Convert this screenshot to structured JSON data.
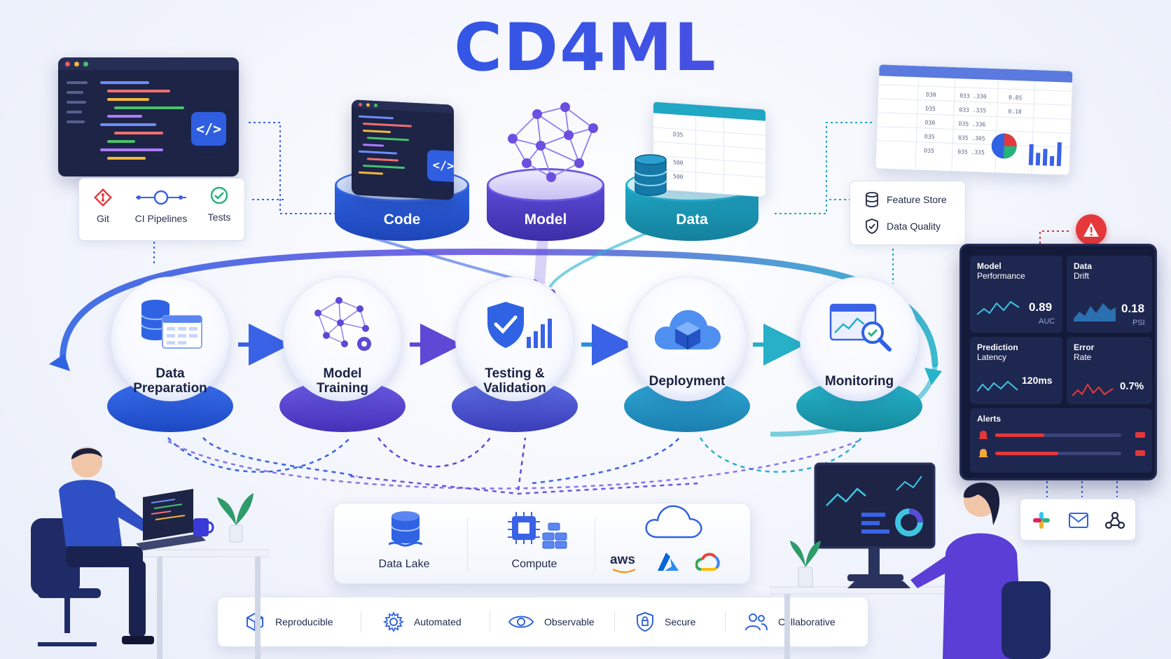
{
  "title": "CD4ML",
  "dev_tools": {
    "items": [
      {
        "label": "Git"
      },
      {
        "label": "CI Pipelines"
      },
      {
        "label": "Tests"
      }
    ]
  },
  "sources": [
    {
      "label": "Code",
      "color": "#2f63e3"
    },
    {
      "label": "Model",
      "color": "#5b4ad6"
    },
    {
      "label": "Data",
      "color": "#1fa7c4"
    }
  ],
  "stages": [
    {
      "label_line1": "Data",
      "label_line2": "Preparation"
    },
    {
      "label_line1": "Model",
      "label_line2": "Training"
    },
    {
      "label_line1": "Testing &",
      "label_line2": "Validation"
    },
    {
      "label_line1": "Deployment",
      "label_line2": ""
    },
    {
      "label_line1": "Monitoring",
      "label_line2": ""
    }
  ],
  "data_ops": {
    "items": [
      {
        "label": "Feature Store"
      },
      {
        "label": "Data Quality"
      }
    ]
  },
  "data_table": {
    "rows": [
      [
        "D30",
        "033 .330",
        "0.85"
      ],
      [
        "D35",
        "033 .335",
        "0.18"
      ],
      [
        "D30",
        "D35 .336",
        ""
      ],
      [
        "D35",
        "035 .305",
        ""
      ],
      [
        "D35",
        "035 .335",
        ""
      ]
    ]
  },
  "mini_table": {
    "rows": [
      "D35",
      "500",
      "500"
    ]
  },
  "monitoring_panel": {
    "model_performance": {
      "title_line1": "Model",
      "title_line2": "Performance",
      "value": "0.89",
      "unit": "AUC"
    },
    "data_drift": {
      "title_line1": "Data",
      "title_line2": "Drift",
      "value": "0.18",
      "unit": "PSI"
    },
    "prediction_latency": {
      "title_line1": "Prediction",
      "title_line2": "Latency",
      "value": "120ms"
    },
    "error_rate": {
      "title_line1": "Error",
      "title_line2": "Rate",
      "value": "0.7%"
    },
    "alerts": {
      "title": "Alerts"
    }
  },
  "infrastructure": {
    "items": [
      {
        "label": "Data Lake"
      },
      {
        "label": "Compute"
      }
    ],
    "cloud_providers": [
      "aws"
    ]
  },
  "principles": [
    {
      "label": "Reproducible"
    },
    {
      "label": "Automated"
    },
    {
      "label": "Observable"
    },
    {
      "label": "Secure"
    },
    {
      "label": "Collaborative"
    }
  ],
  "colors": {
    "blue": "#2f63e3",
    "purple": "#5b4ad6",
    "teal": "#1fa7c4",
    "alert_red": "#e5383b"
  }
}
